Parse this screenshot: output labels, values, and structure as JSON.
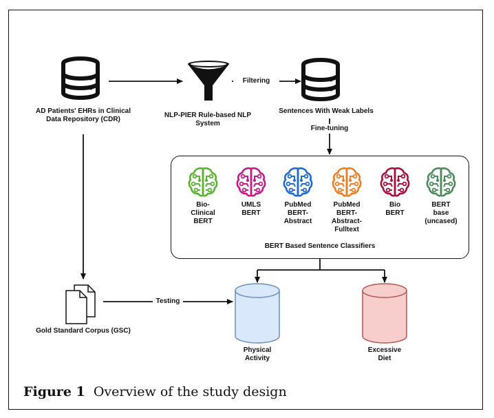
{
  "nodes": {
    "cdr": "AD Patients' EHRs in Clinical\nData Repository (CDR)",
    "nlp": "NLP-PIER Rule-based NLP\nSystem",
    "weak": "Sentences With Weak Labels",
    "gsc": "Gold Standard Corpus (GSC)",
    "physical": "Physical\nActivity",
    "diet": "Excessive\nDiet"
  },
  "edges": {
    "filtering": "Filtering",
    "finetuning": "Fine-tuning",
    "testing": "Testing"
  },
  "panel": {
    "title": "BERT Based Sentence Classifiers",
    "models": [
      {
        "label": "Bio-\nClinical\nBERT",
        "color": "#59b32e",
        "icon": "brain-circuit-icon"
      },
      {
        "label": "UMLS\nBERT",
        "color": "#c21a86",
        "icon": "brain-circuit-icon"
      },
      {
        "label": "PubMed\nBERT-\nAbstract",
        "color": "#1e6ad1",
        "icon": "brain-circuit-icon"
      },
      {
        "label": "PubMed\nBERT-\nAbstract-\nFulltext",
        "color": "#ef7d22",
        "icon": "brain-circuit-icon"
      },
      {
        "label": "Bio\nBERT",
        "color": "#a6103a",
        "icon": "brain-circuit-icon"
      },
      {
        "label": "BERT\nbase\n(uncased)",
        "color": "#4c8a5b",
        "icon": "brain-circuit-icon"
      }
    ]
  },
  "caption": {
    "figure": "Figure 1",
    "text": "Overview of the study design"
  },
  "colors": {
    "physical_fill": "#dae8fc",
    "physical_stroke": "#6c8ebf",
    "diet_fill": "#f8cecc",
    "diet_stroke": "#b85450"
  }
}
